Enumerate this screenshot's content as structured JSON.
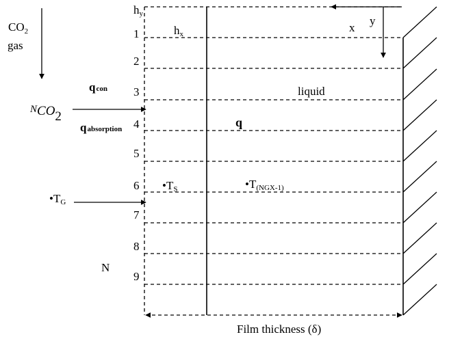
{
  "gas_label": {
    "line1_main": "CO",
    "line1_sub": "2",
    "line2": "gas"
  },
  "q_con": {
    "main": "q",
    "sub": "con"
  },
  "q_absorption": {
    "main": "q",
    "sub": "absorption"
  },
  "n_co2": {
    "n": "N",
    "co": "CO",
    "sub": "2"
  },
  "t_g": {
    "dot": "•",
    "main": "T",
    "sub": "G"
  },
  "t_s": {
    "dot": "•",
    "main": "T",
    "sub": "S"
  },
  "t_ngx": {
    "dot": "•",
    "main": "T",
    "sub": "(NGX-1)"
  },
  "h_y": {
    "main": "h",
    "sub": "y"
  },
  "h_x": {
    "main": "h",
    "sub": "x"
  },
  "axis_x": "x",
  "axis_y": "y",
  "liquid": "liquid",
  "q_center": "q",
  "node_n": "N",
  "row_numbers": [
    "1",
    "2",
    "3",
    "4",
    "5",
    "6",
    "7",
    "8",
    "9"
  ],
  "film_thickness": "Film thickness (δ)"
}
